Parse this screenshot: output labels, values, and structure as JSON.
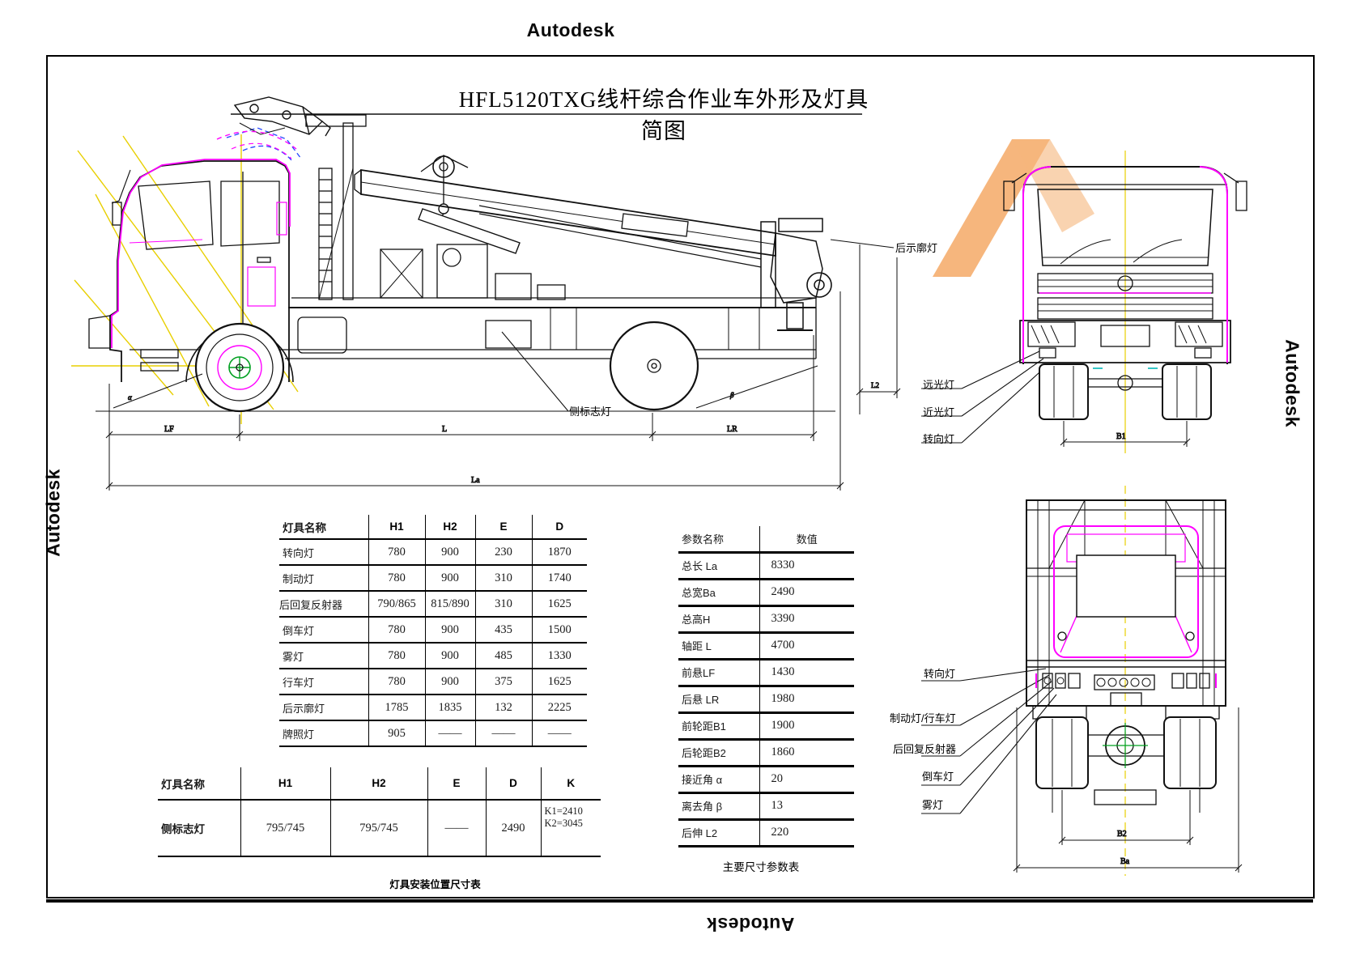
{
  "title": "HFL5120TXG线杆综合作业车外形及灯具简图",
  "watermarks": {
    "top": "Autodesk",
    "left": "Autodesk",
    "right": "Autodesk",
    "bottom": "Autodesk"
  },
  "callouts": {
    "side_rear_outline_lamp": "后示廓灯",
    "high_beam_lamp": "远光灯",
    "low_beam_lamp": "近光灯",
    "front_turn_lamp": "转向灯",
    "side_marker_lamp": "侧标志灯",
    "rear_turn_lamp": "转向灯",
    "brake_running_lamp": "制动灯/行车灯",
    "rear_reflector": "后回复反射器",
    "reverse_lamp": "倒车灯",
    "fog_lamp": "雾灯"
  },
  "dimension_labels": {
    "la": "La",
    "l": "L",
    "lf": "LF",
    "lr": "LR",
    "l2": "L2",
    "b1": "B1",
    "b2": "B2",
    "ba": "Ba",
    "alpha": "α",
    "beta": "β"
  },
  "lamp_position_table": {
    "headers": {
      "name": "灯具名称",
      "h1": "H1",
      "h2": "H2",
      "e": "E",
      "d": "D"
    },
    "rows": [
      {
        "name": "转向灯",
        "h1": "780",
        "h2": "900",
        "e": "230",
        "d": "1870"
      },
      {
        "name": "制动灯",
        "h1": "780",
        "h2": "900",
        "e": "310",
        "d": "1740"
      },
      {
        "name": "后回复反射器",
        "h1": "790/865",
        "h2": "815/890",
        "e": "310",
        "d": "1625"
      },
      {
        "name": "倒车灯",
        "h1": "780",
        "h2": "900",
        "e": "435",
        "d": "1500"
      },
      {
        "name": "雾灯",
        "h1": "780",
        "h2": "900",
        "e": "485",
        "d": "1330"
      },
      {
        "name": "行车灯",
        "h1": "780",
        "h2": "900",
        "e": "375",
        "d": "1625"
      },
      {
        "name": "后示廓灯",
        "h1": "1785",
        "h2": "1835",
        "e": "132",
        "d": "2225"
      },
      {
        "name": "牌照灯",
        "h1": "905",
        "h2": "——",
        "e": "——",
        "d": "——"
      }
    ],
    "caption": "灯具安装位置尺寸表"
  },
  "side_marker_table": {
    "headers": {
      "name": "灯具名称",
      "h1": "H1",
      "h2": "H2",
      "e": "E",
      "d": "D",
      "k": "K"
    },
    "row": {
      "name": "侧标志灯",
      "h1": "795/745",
      "h2": "795/745",
      "e": "——",
      "d": "2490",
      "k1": "K1=2410",
      "k2": "K2=3045"
    }
  },
  "main_dimension_table": {
    "headers": {
      "name": "参数名称",
      "value": "数值"
    },
    "rows": [
      {
        "name": "总长 La",
        "value": "8330"
      },
      {
        "name": "总宽Ba",
        "value": "2490"
      },
      {
        "name": "总高H",
        "value": "3390"
      },
      {
        "name": "轴距 L",
        "value": "4700"
      },
      {
        "name": "前悬LF",
        "value": "1430"
      },
      {
        "name": "后悬 LR",
        "value": "1980"
      },
      {
        "name": "前轮距B1",
        "value": "1900"
      },
      {
        "name": "后轮距B2",
        "value": "1860"
      },
      {
        "name": "接近角  α",
        "value": "20"
      },
      {
        "name": "离去角  β",
        "value": "13"
      },
      {
        "name": "后伸 L2",
        "value": "220"
      }
    ],
    "caption": "主要尺寸参数表"
  },
  "colors": {
    "magenta": "#ff00ff",
    "yellow": "#e8cf00",
    "blue": "#2244ff",
    "green": "#00a020",
    "teal": "#00b8b8",
    "orange": "#f4a259",
    "line": "#111111"
  }
}
